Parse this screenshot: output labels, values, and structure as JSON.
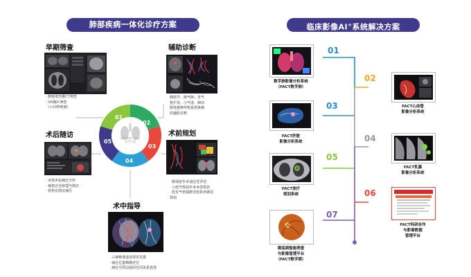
{
  "left_panel": {
    "title": "肺部疾病一体化诊疗方案",
    "sections": {
      "early": {
        "title": "早期筛查",
        "lines": [
          "· 肺癌低剂量CT筛查",
          "· DR胸片筛查",
          "（>10种疾病）"
        ]
      },
      "aux": {
        "title": "辅助诊断",
        "lines": [
          "肺结节、肺气肿、支气",
          "管扩张、小气道、肺动",
          "脉栓塞等呼吸系统疾病",
          "的辅助诊断"
        ]
      },
      "post": {
        "title": "术后随访",
        "lines": [
          "· 术前术后病灶分析",
          "· 病患诊治管理与随访",
          "· 结构化随访病历"
        ]
      },
      "pre": {
        "title": "术前规划",
        "lines": [
          "· 肺减容手术适应性评估",
          "· 小结节规划手术术前规划",
          "· 经支气管镜肺活检技术路径",
          "  规划"
        ]
      },
      "intra": {
        "title": "术中指导",
        "lines": [
          "· 三维精准虚拟现实仿真",
          "· 病灶位置精确定位",
          "· 病灶与周边组织空间关系直观"
        ]
      }
    },
    "ring": {
      "numbers": [
        "01",
        "02",
        "03",
        "04",
        "05"
      ],
      "center_lines": [
        "肺部疾病一体化",
        "诊疗方案"
      ],
      "colors": [
        "#2eaa63",
        "#e8483c",
        "#2c9fd6",
        "#3f3a8c",
        "#8cc63f"
      ]
    }
  },
  "right_panel": {
    "title_prefix": "临床影像AI",
    "title_sup": "+",
    "title_suffix": "系统解决方案",
    "items": [
      {
        "num": "01",
        "color": "#2a8fc4",
        "caption": [
          "数字肺影像分析系统",
          "（FACT数字肺）"
        ]
      },
      {
        "num": "02",
        "color": "#f0a81c",
        "caption": [
          "FACT心血管",
          "影像分析系统"
        ]
      },
      {
        "num": "03",
        "color": "#2a8fc4",
        "caption": [
          "FACT肝脏",
          "影像分析系统"
        ]
      },
      {
        "num": "04",
        "color": "#9a9a9a",
        "caption": [
          "FACT乳腺",
          "影像分析系统"
        ]
      },
      {
        "num": "05",
        "color": "#8cc63f",
        "caption": [
          "FACT放疗",
          "规划系统"
        ]
      },
      {
        "num": "06",
        "color": "#e8483c",
        "caption": [
          "FACT科研合作",
          "与影像数据",
          "管理平台"
        ]
      },
      {
        "num": "07",
        "color": "#7b5ea7",
        "caption": [
          "眼底病智能筛查",
          "与影像管理平台",
          "（FACT数字眼）"
        ]
      }
    ]
  }
}
